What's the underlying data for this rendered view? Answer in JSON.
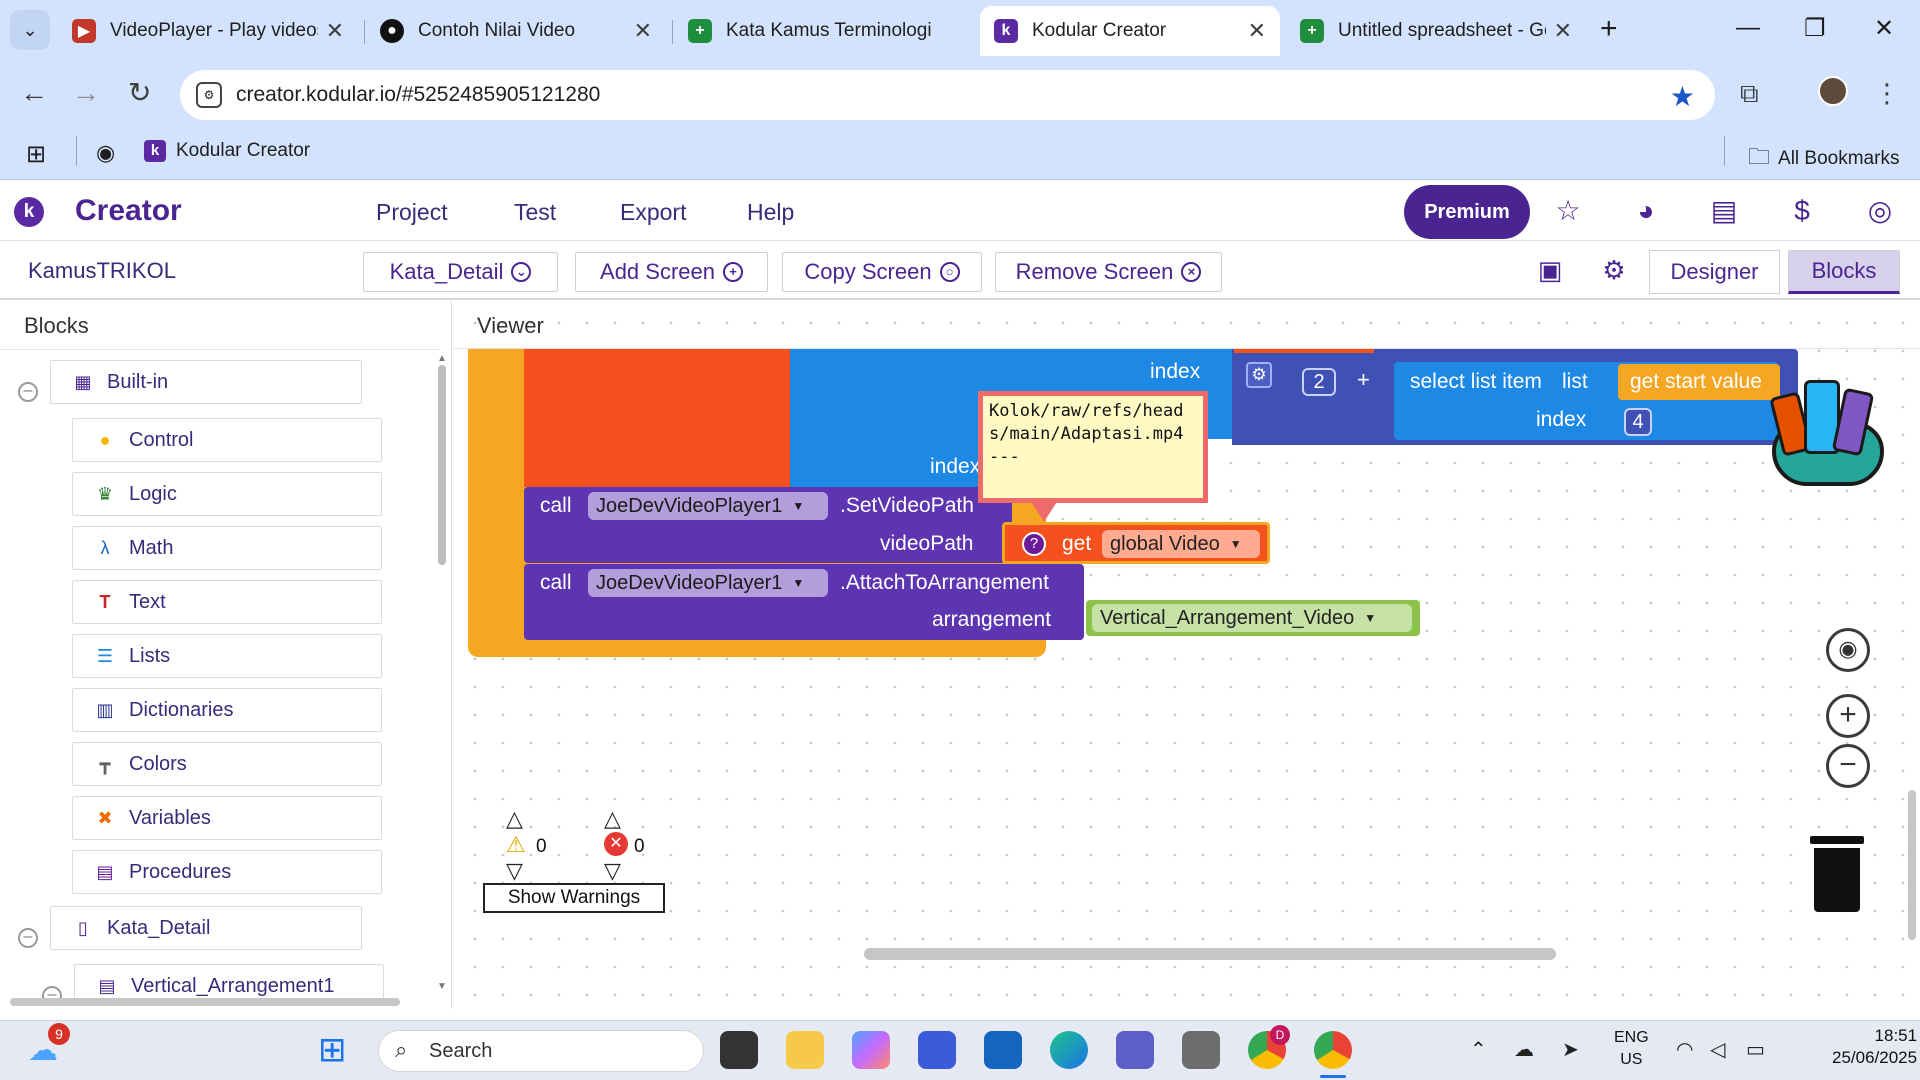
{
  "browser": {
    "tabs": [
      {
        "title": "VideoPlayer - Play videos",
        "icon": "videoplayer-icon",
        "color": "#c0392b"
      },
      {
        "title": "Contoh Nilai Video",
        "icon": "github-icon",
        "color": "#111111"
      },
      {
        "title": "Kata Kamus Terminologi",
        "icon": "sheets-icon",
        "color": "#1e8e3e"
      },
      {
        "title": "Kodular Creator",
        "icon": "kodular-icon",
        "color": "#5b2aa3",
        "active": true
      },
      {
        "title": "Untitled spreadsheet - Go",
        "icon": "sheets-icon",
        "color": "#1e8e3e"
      }
    ],
    "url": "creator.kodular.io/#5252485905121280",
    "bookmarks": [
      {
        "label": "Kodular Creator"
      },
      {
        "label": "All Bookmarks"
      }
    ]
  },
  "app": {
    "brand": "Creator",
    "menu": [
      "Project",
      "Test",
      "Export",
      "Help"
    ],
    "premium": "Premium",
    "project": "KamusTRIKOL",
    "screen_select": "Kata_Detail",
    "add_screen": "Add Screen",
    "copy_screen": "Copy Screen",
    "remove_screen": "Remove Screen",
    "designer": "Designer",
    "blocks": "Blocks"
  },
  "blocks_panel": {
    "title": "Blocks",
    "builtin": "Built-in",
    "categories": [
      {
        "label": "Control",
        "icon": "control-icon",
        "color": "#f4b400"
      },
      {
        "label": "Logic",
        "icon": "logic-icon",
        "color": "#2e7d32"
      },
      {
        "label": "Math",
        "icon": "math-icon",
        "color": "#1565c0"
      },
      {
        "label": "Text",
        "icon": "text-icon",
        "color": "#c62828"
      },
      {
        "label": "Lists",
        "icon": "lists-icon",
        "color": "#1e88e5"
      },
      {
        "label": "Dictionaries",
        "icon": "dictionaries-icon",
        "color": "#283593"
      },
      {
        "label": "Colors",
        "icon": "colors-icon",
        "color": "#616161"
      },
      {
        "label": "Variables",
        "icon": "variables-icon",
        "color": "#ef6c00"
      },
      {
        "label": "Procedures",
        "icon": "procedures-icon",
        "color": "#6a1b9a"
      }
    ],
    "screen_node": "Kata_Detail",
    "child_node": "Vertical_Arrangement1"
  },
  "viewer": {
    "title": "Viewer",
    "blocks": {
      "index_label_top": "index",
      "number_2": "2",
      "plus": "+",
      "select_list_item": "select list item",
      "list_label": "list",
      "get_start_value": "get start value",
      "index_label_inner": "index",
      "number_4": "4",
      "index_label_partial": "index",
      "call1": "call",
      "component1": "JoeDevVideoPlayer1",
      "method1": ".SetVideoPath",
      "param1": "videoPath",
      "get": "get",
      "global_video": "global Video",
      "call2": "call",
      "component2": "JoeDevVideoPlayer1",
      "method2": ".AttachToArrangement",
      "param2": "arrangement",
      "arrangement_value": "Vertical_Arrangement_Video"
    },
    "tooltip": "Kolok/raw/refs/head\ns/main/Adaptasi.mp4\n---",
    "warnings_count": "0",
    "errors_count": "0",
    "show_warnings": "Show Warnings"
  },
  "taskbar": {
    "notification_badge": "9",
    "search": "Search",
    "language": "ENG",
    "region": "US",
    "time": "18:51",
    "date": "25/06/2025",
    "chrome_badge": "D"
  }
}
